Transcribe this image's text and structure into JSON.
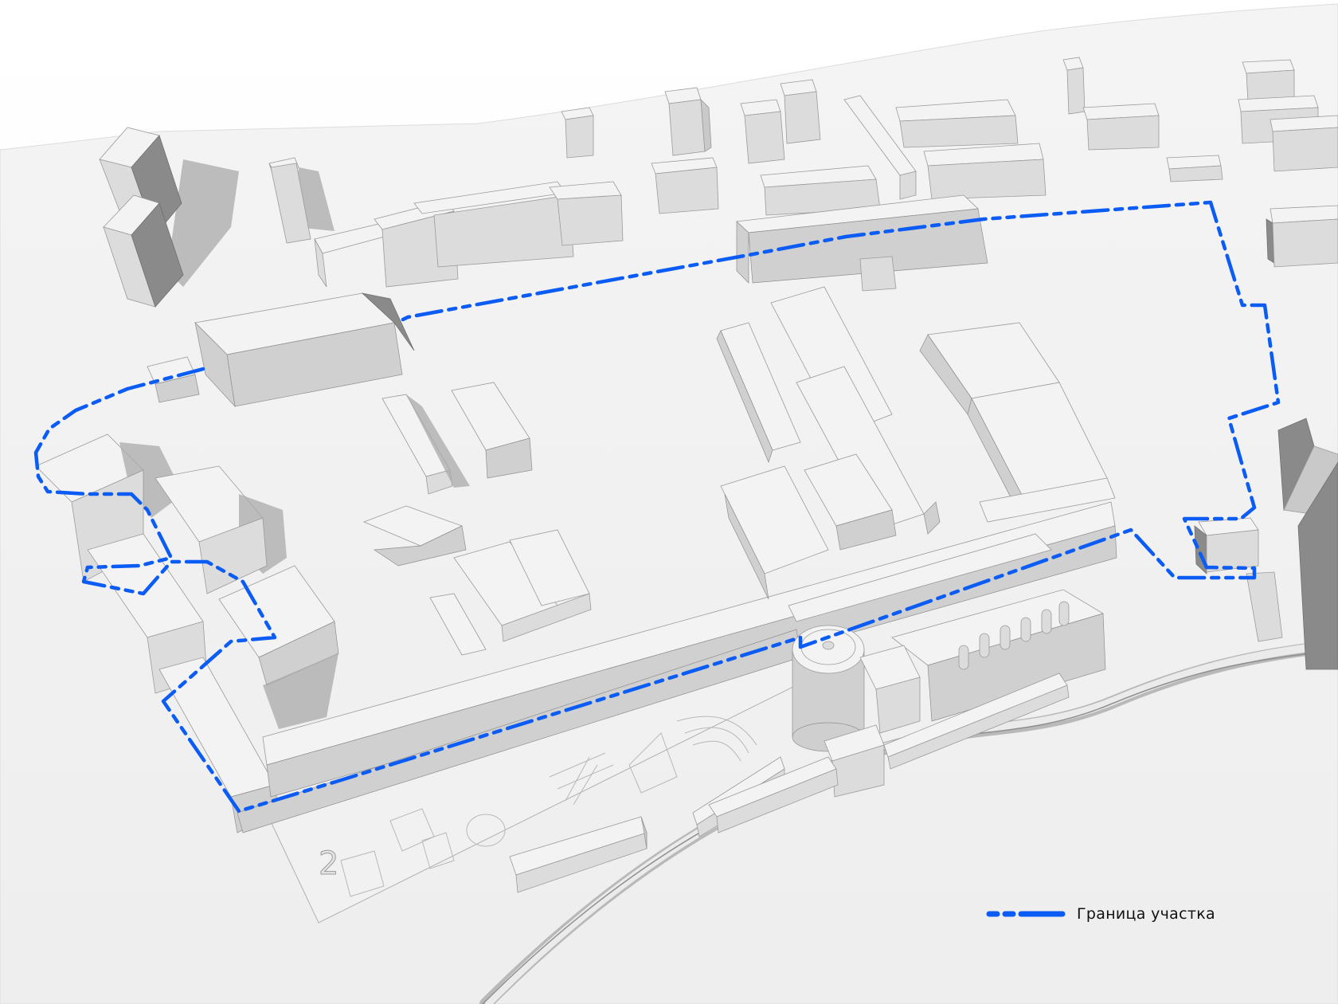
{
  "diagram": {
    "type": "architectural-site-massing",
    "description": "Axonometric 3D massing model of an urban block with site boundary",
    "background_color": "#ffffff",
    "terrain_color": "#efefef",
    "building_color": "#f3f3f3",
    "shadow_color": "#8a8a8a",
    "boundary": {
      "color": "#0a5cf5",
      "style": "dash-dot",
      "label": "Граница участка"
    },
    "plaza_marker": "2"
  },
  "legend": {
    "items": [
      {
        "label": "Граница участка",
        "color": "#0a5cf5",
        "style": "dash-dot"
      }
    ]
  }
}
